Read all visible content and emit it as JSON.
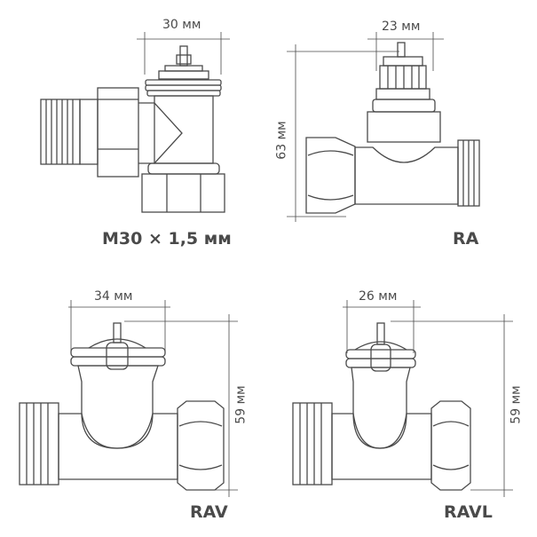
{
  "panels": [
    {
      "name": "M30 × 1,5 мм",
      "width_dim": "30 мм"
    },
    {
      "name": "RA",
      "width_dim": "23 мм",
      "height_dim": "63 мм"
    },
    {
      "name": "RAV",
      "width_dim": "34 мм",
      "height_dim": "59 мм"
    },
    {
      "name": "RAVL",
      "width_dim": "26 мм",
      "height_dim": "59 мм"
    }
  ],
  "colors": {
    "line": "#4a4a4a",
    "background": "#ffffff"
  }
}
